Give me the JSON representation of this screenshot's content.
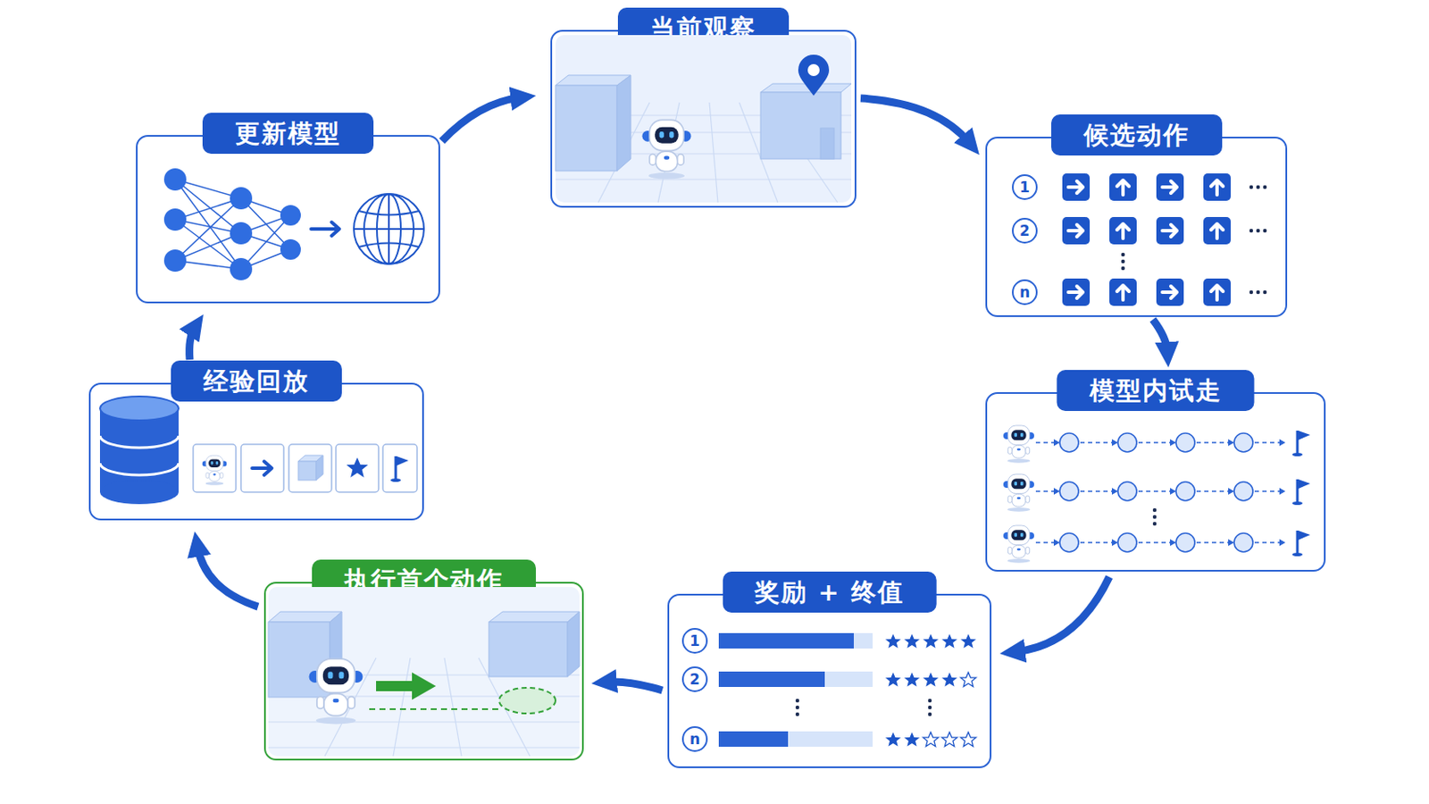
{
  "diagram": {
    "nodes": [
      {
        "text": [
          "当前观察"
        ]
      },
      {
        "text": [
          "候选动作"
        ]
      },
      {
        "text": [
          "模型内试走"
        ]
      },
      {
        "text": [
          "奖励 + 终值"
        ]
      },
      {
        "text": [
          "执行首个动作"
        ]
      },
      {
        "text": [
          "经验回放"
        ]
      },
      {
        "text": [
          "更新模型"
        ]
      }
    ],
    "edges": [
      {
        "from": 0,
        "to": 1,
        "arrow": "to"
      },
      {
        "from": 1,
        "to": 2,
        "arrow": "to"
      },
      {
        "from": 2,
        "to": 3,
        "arrow": "to"
      },
      {
        "from": 3,
        "to": 4,
        "arrow": "to"
      },
      {
        "from": 4,
        "to": 5,
        "arrow": "to"
      },
      {
        "from": 5,
        "to": 6,
        "arrow": "to"
      },
      {
        "from": 6,
        "to": 0,
        "arrow": "to"
      }
    ],
    "labels": [
      "1",
      "2",
      "n",
      "1",
      "2",
      "n"
    ]
  }
}
